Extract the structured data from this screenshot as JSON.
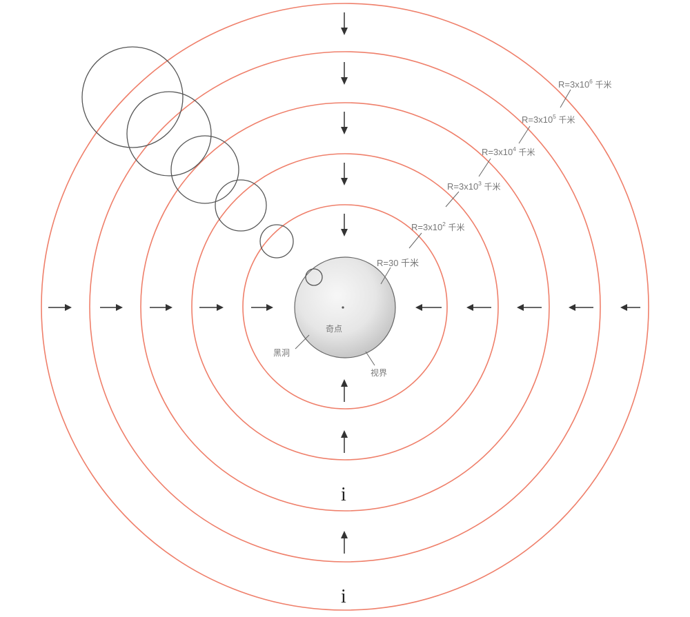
{
  "figure": {
    "ring_color": "#ef7f6a",
    "line_color": "#333333",
    "label_color": "#777777",
    "rings": [
      {
        "id": "ring-1",
        "base": "R=3x10",
        "exp": "2",
        "unit": "千米"
      },
      {
        "id": "ring-2",
        "base": "R=3x10",
        "exp": "3",
        "unit": "千米"
      },
      {
        "id": "ring-3",
        "base": "R=3x10",
        "exp": "4",
        "unit": "千米"
      },
      {
        "id": "ring-4",
        "base": "R=3x10",
        "exp": "5",
        "unit": "千米"
      },
      {
        "id": "ring-5",
        "base": "R=3x10",
        "exp": "6",
        "unit": "千米"
      }
    ],
    "horizon_label": "R=30 千米",
    "singularity_label": "奇点",
    "black_hole_label": "黑洞",
    "event_horizon_label": "视界",
    "bottom_marks": [
      "i",
      "i"
    ]
  }
}
